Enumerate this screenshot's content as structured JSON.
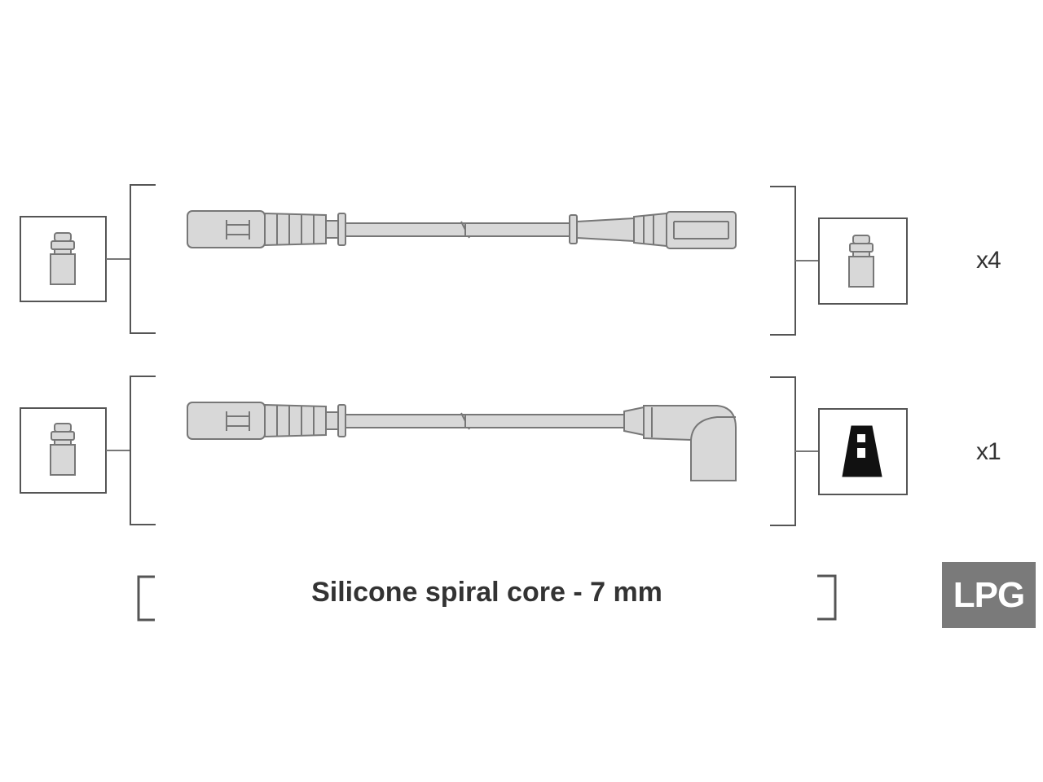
{
  "rows": [
    {
      "quantity": "x4",
      "end_connector": "straight-boot",
      "coil_terminal": "plug-terminal"
    },
    {
      "quantity": "x1",
      "end_connector": "angled-boot",
      "coil_terminal": "coil-terminal"
    }
  ],
  "caption": "Silicone spiral core - 7 mm",
  "badge": {
    "label": "LPG",
    "color": "#7a7a7a"
  },
  "colors": {
    "line": "#777777",
    "cable_fill": "#d8d8d8"
  }
}
